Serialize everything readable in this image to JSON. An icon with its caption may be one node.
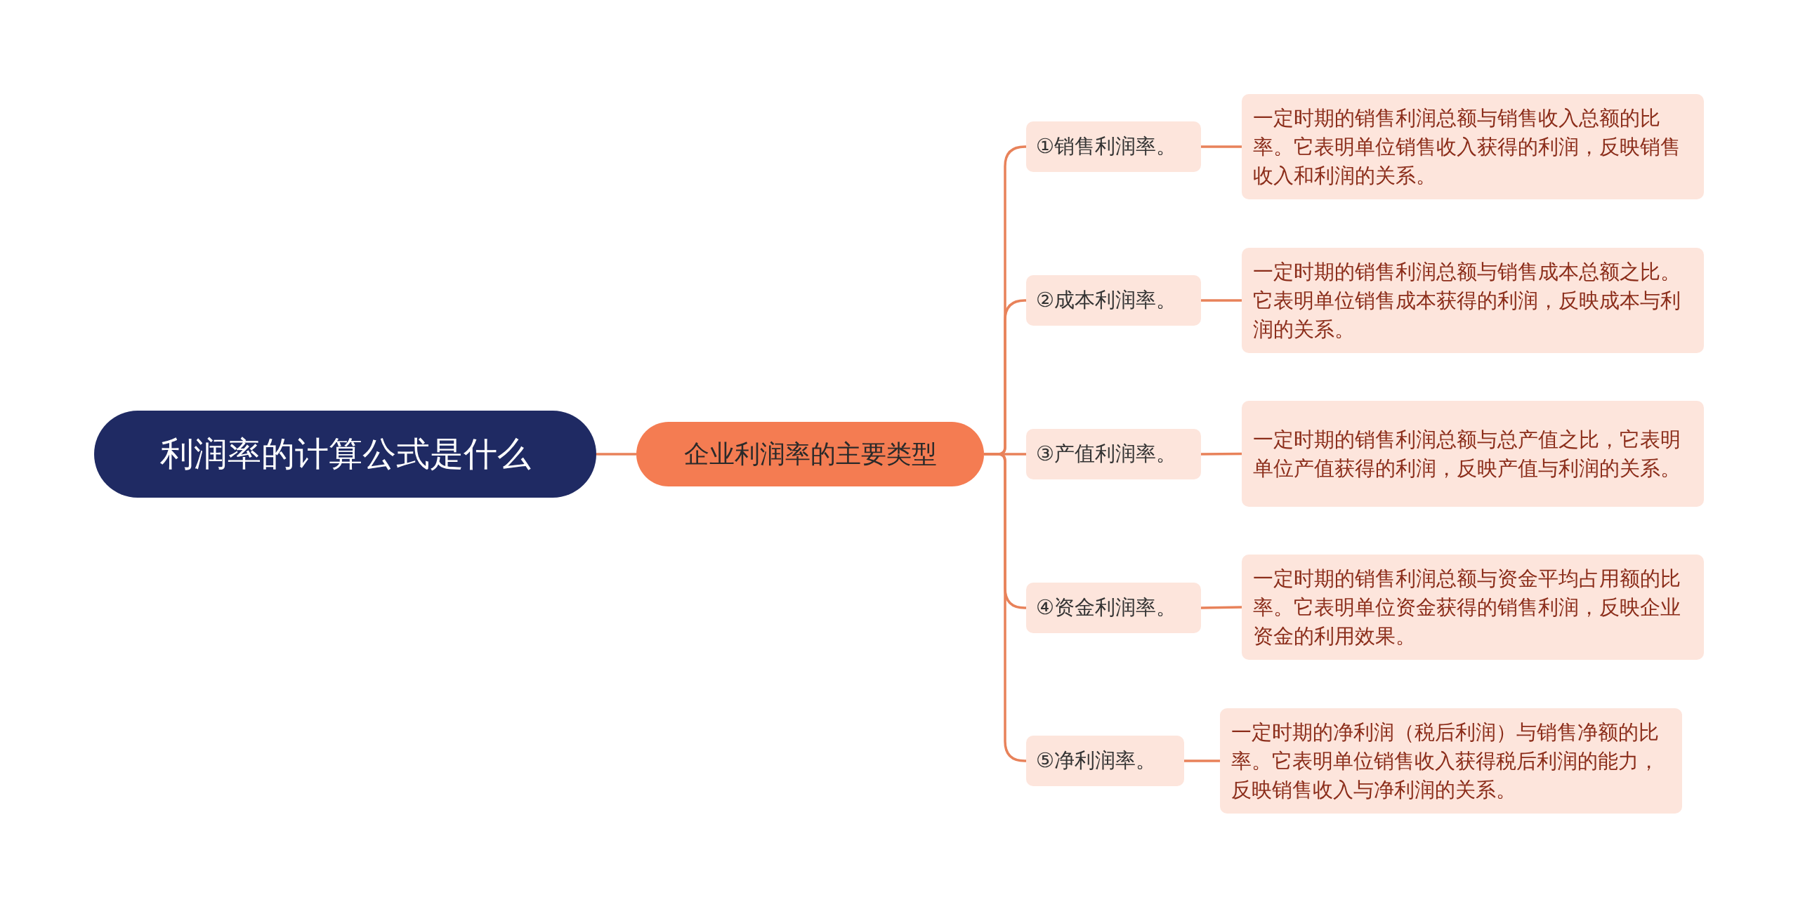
{
  "diagram": {
    "nodes": [
      {
        "text": [
          "利润率的计算公式是什么"
        ]
      },
      {
        "text": [
          "企业利润率的主要类型"
        ]
      },
      {
        "text": [
          "①销售利润率。"
        ]
      },
      {
        "text": [
          "②成本利润率。"
        ]
      },
      {
        "text": [
          "③产值利润率。"
        ]
      },
      {
        "text": [
          "④资金利润率。"
        ]
      },
      {
        "text": [
          "⑤净利润率。"
        ]
      },
      {
        "text": [
          "一定时期的销售利润总额与销售收入总额的比率。它表明单位销售收入获得的利润，反映销售收入和利润的关系。"
        ]
      },
      {
        "text": [
          "一定时期的销售利润总额与销售成本总额之比。它表明单位销售成本获得的利润，反映成本与利润的关系。"
        ]
      },
      {
        "text": [
          "一定时期的销售利润总额与总产值之比，它表明单位产值获得的利润，反映产值与利润的关系。"
        ]
      },
      {
        "text": [
          "一定时期的销售利润总额与资金平均占用额的比率。它表明单位资金获得的销售利润，反映企业资金的利用效果。"
        ]
      },
      {
        "text": [
          "一定时期的净利润（税后利润）与销售净额的比率。它表明单位销售收入获得税后利润的能力，反映销售收入与净利润的关系。"
        ]
      }
    ],
    "edges": [
      {
        "from": 0,
        "to": 1,
        "arrow": "none"
      },
      {
        "from": 1,
        "to": 2,
        "arrow": "none"
      },
      {
        "from": 1,
        "to": 3,
        "arrow": "none"
      },
      {
        "from": 1,
        "to": 4,
        "arrow": "none"
      },
      {
        "from": 1,
        "to": 5,
        "arrow": "none"
      },
      {
        "from": 1,
        "to": 6,
        "arrow": "none"
      },
      {
        "from": 2,
        "to": 7,
        "arrow": "none"
      },
      {
        "from": 3,
        "to": 8,
        "arrow": "none"
      },
      {
        "from": 4,
        "to": 9,
        "arrow": "none"
      },
      {
        "from": 5,
        "to": 10,
        "arrow": "none"
      },
      {
        "from": 6,
        "to": 11,
        "arrow": "none"
      }
    ]
  }
}
